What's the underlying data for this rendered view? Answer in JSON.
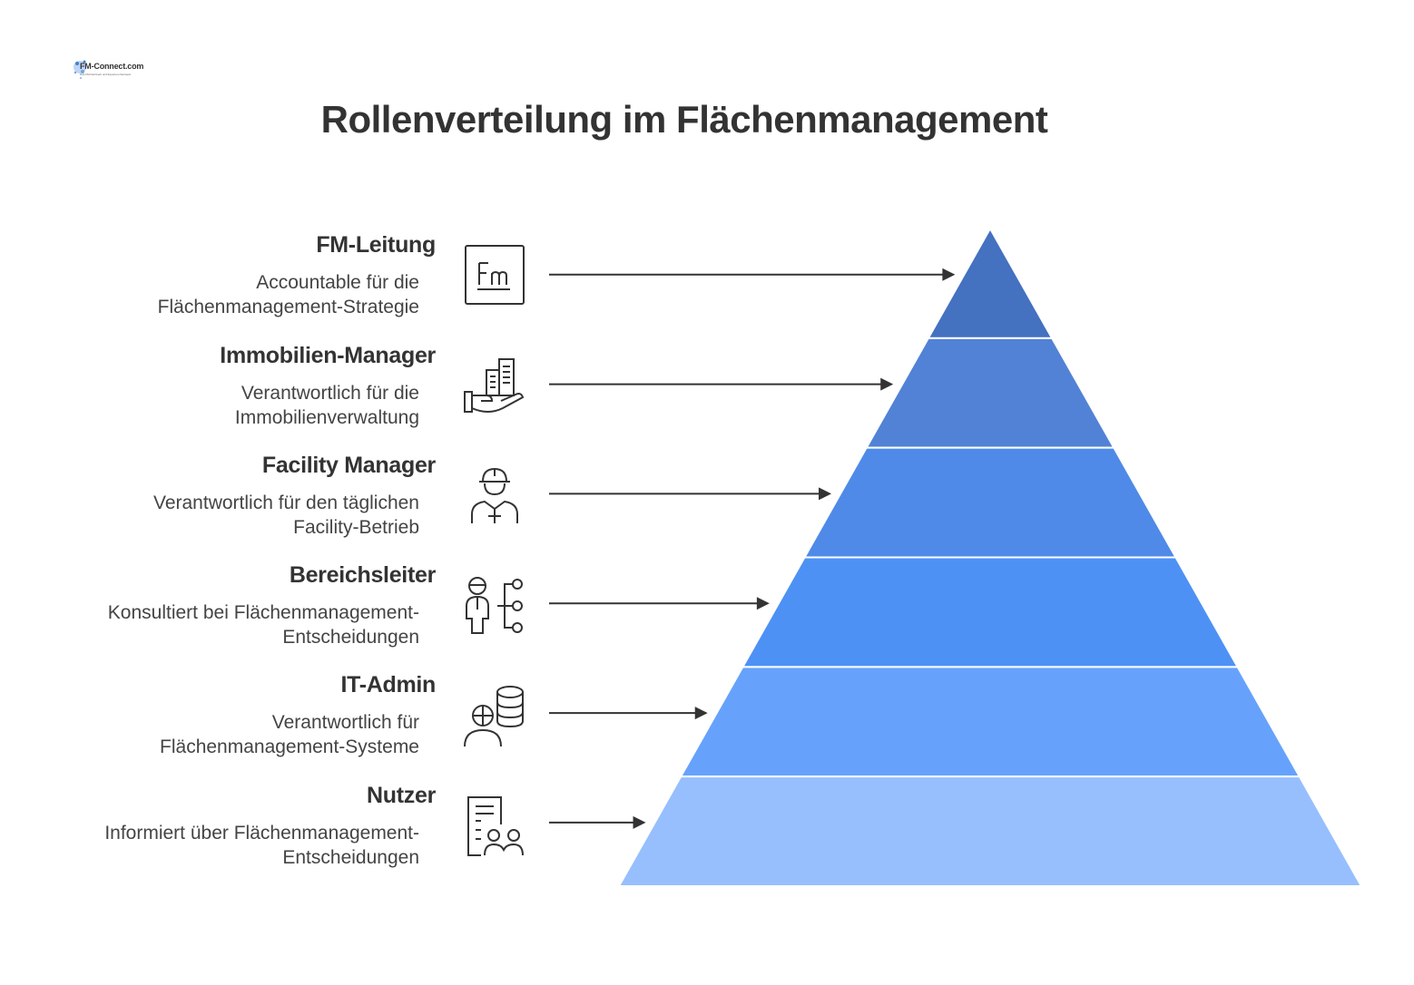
{
  "logo": {
    "name": "FM-Connect.com",
    "tagline": "Das FM-Netzwerk und Experten-Netzwerk",
    "colors": [
      "#6fa8dc",
      "#3d85c6",
      "#a4c2f4"
    ]
  },
  "title": "Rollenverteilung im Flächenmanagement",
  "roles": [
    {
      "title": "FM-Leitung",
      "desc_line1": "Accountable für die",
      "desc_line2": "Flächenmanagement-Strategie",
      "icon": "fm-box-icon",
      "color": "#4471c0"
    },
    {
      "title": "Immobilien-Manager",
      "desc_line1": "Verantwortlich für die",
      "desc_line2": "Immobilienverwaltung",
      "icon": "building-in-hand-icon",
      "color": "#5282d6"
    },
    {
      "title": "Facility Manager",
      "desc_line1": "Verantwortlich für den täglichen",
      "desc_line2": "Facility-Betrieb",
      "icon": "worker-helmet-icon",
      "color": "#4f8ae8"
    },
    {
      "title": "Bereichsleiter",
      "desc_line1": "Konsultiert bei Flächenmanagement-",
      "desc_line2": "Entscheidungen",
      "icon": "manager-hierarchy-icon",
      "color": "#4e91f5"
    },
    {
      "title": "IT-Admin",
      "desc_line1": "Verantwortlich für",
      "desc_line2": "Flächenmanagement-Systeme",
      "icon": "admin-database-icon",
      "color": "#66a2fb"
    },
    {
      "title": "Nutzer",
      "desc_line1": "Informiert über Flächenmanagement-",
      "desc_line2": "Entscheidungen",
      "icon": "users-document-icon",
      "color": "#97bffd"
    }
  ]
}
